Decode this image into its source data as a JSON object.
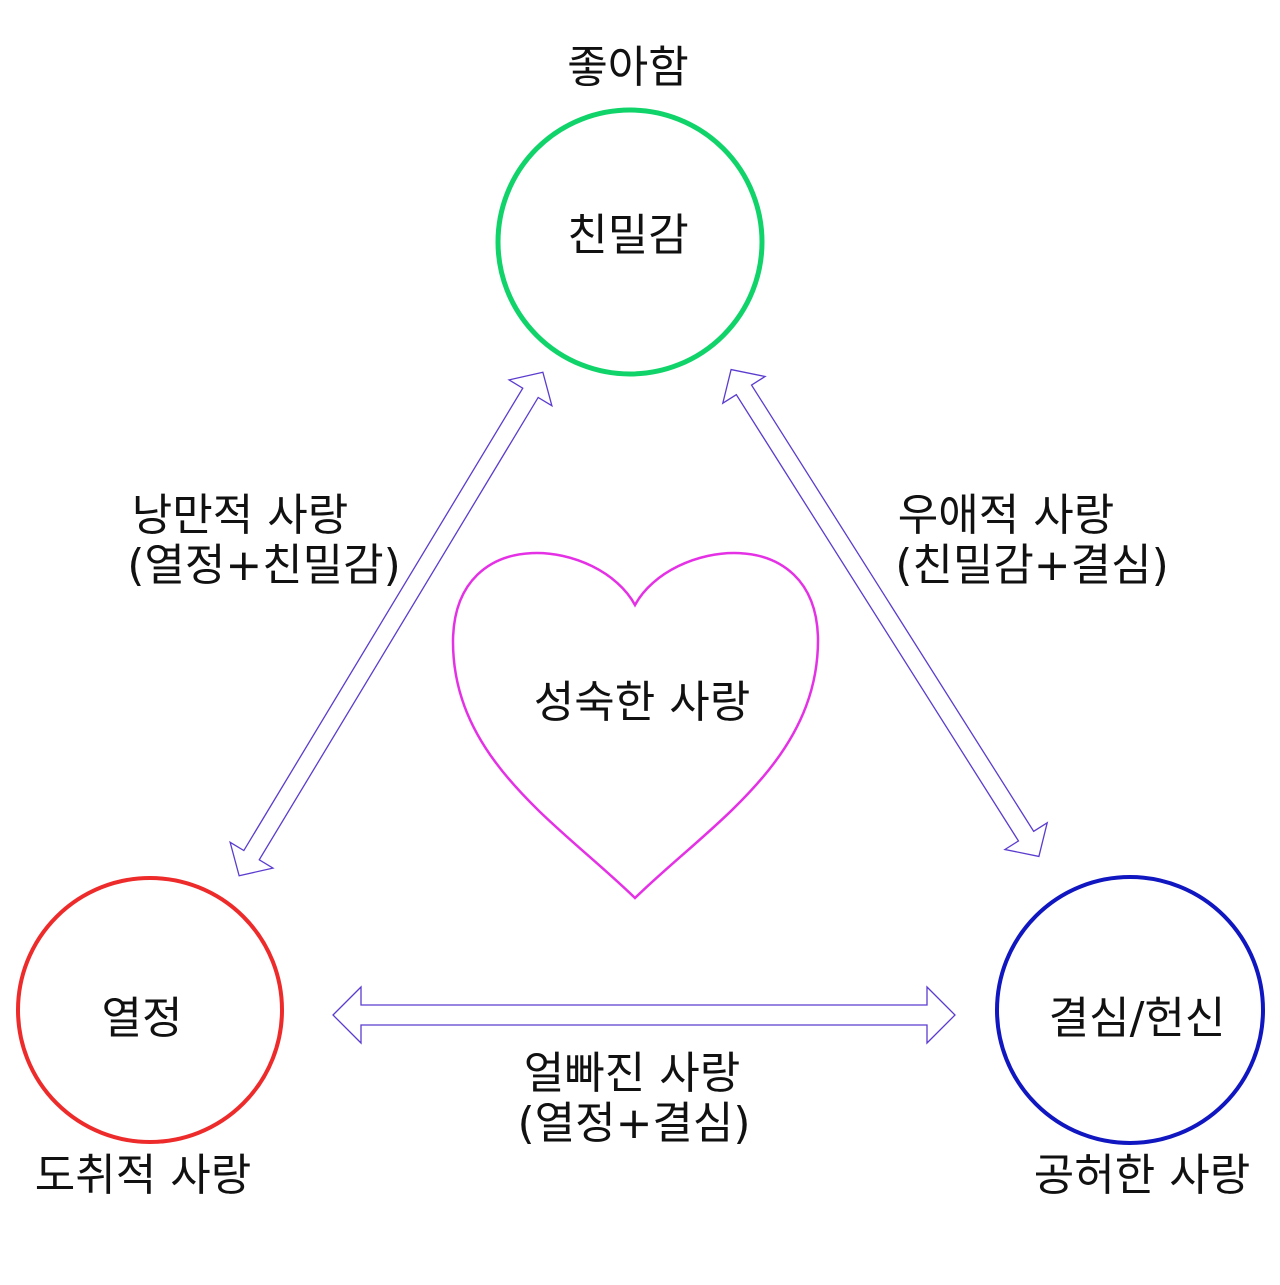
{
  "top": {
    "caption": "좋아함",
    "node": "친밀감",
    "color": "#10d46a"
  },
  "left": {
    "node": "열정",
    "caption": "도취적 사랑",
    "color": "#ee2b2b"
  },
  "right": {
    "node": "결심/헌신",
    "caption": "공허한 사랑",
    "color": "#1016c0"
  },
  "center": {
    "label": "성숙한 사랑",
    "color": "#e531e5"
  },
  "edges": {
    "left_edge": {
      "line1": "낭만적 사랑",
      "line2": "(열정+친밀감)"
    },
    "right_edge": {
      "line1": "우애적 사랑",
      "line2": "(친밀감+결심)"
    },
    "bottom_edge": {
      "line1": "얼빠진 사랑",
      "line2": "(열정+결심)"
    }
  },
  "arrow_color": "#5b3ccf"
}
